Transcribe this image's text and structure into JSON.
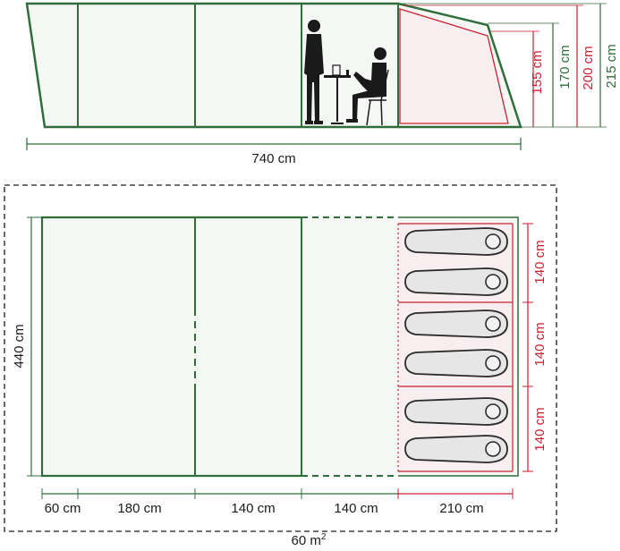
{
  "colors": {
    "tent_outline": "#2f6e3b",
    "bedroom_outline": "#c8202f",
    "dimension_text": "#1a1a1a",
    "floor_fill": "#f5f7f5",
    "bedroom_fill": "#f8eef0",
    "sleeping_bag_fill": "#e6e6e6",
    "pitch_border": "#1a1a1a"
  },
  "side_view": {
    "length_label": "740 cm",
    "heights": {
      "h155": "155 cm",
      "h170": "170 cm",
      "h200": "200 cm",
      "h215": "215 cm"
    }
  },
  "floor_plan": {
    "width_label": "440 cm",
    "bedroom_depths": [
      "140 cm",
      "140 cm",
      "140 cm"
    ],
    "segment_lengths": [
      "60 cm",
      "180 cm",
      "140 cm",
      "140 cm",
      "210 cm"
    ],
    "sleeping_bags": 6
  },
  "area": {
    "value": "60 m",
    "unit_sup": "2"
  }
}
